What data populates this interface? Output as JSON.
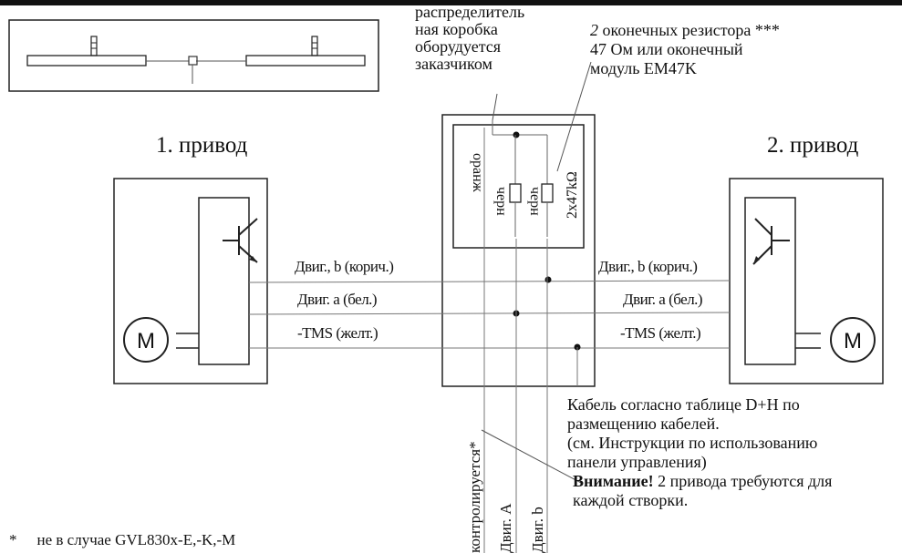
{
  "top_note": {
    "junction_lines": [
      "распределитель",
      "ная коробка",
      "оборудуется",
      "заказчиком"
    ],
    "resistor_line1_num": "2",
    "resistor_line1_rest": " оконечных резистора ***",
    "resistor_line2": "47 Ом или оконечный",
    "resistor_line3": "модуль EM47K"
  },
  "drives": {
    "drive1": "1. привод",
    "drive2": "2. привод",
    "motor_symbol": "M"
  },
  "box": {
    "orange": "оранж",
    "black1": "черн",
    "black2": "черн",
    "resistor": "2x47kΩ"
  },
  "wires": {
    "motor_b": "Двиг., b (корич.)",
    "motor_a": "Двиг. a (бел.)",
    "tms": "-TMS (желт.)"
  },
  "bottom_wires": {
    "controlled": "контролируется*",
    "motor_A": "Двиг. A",
    "motor_b": "Двиг. b"
  },
  "cable_note": {
    "lines": [
      "Кабель согласно таблице D+H по",
      "размещению кабелей.",
      "(см. Инструкции по использованию",
      "панели управления)"
    ],
    "warning_bold": "Внимание!",
    "warning_rest": " 2 привода требуются для",
    "warning_line2": "каждой створки."
  },
  "footnote": {
    "mark": "*",
    "text": "не в случае GVL830x-E,-K,-M"
  }
}
